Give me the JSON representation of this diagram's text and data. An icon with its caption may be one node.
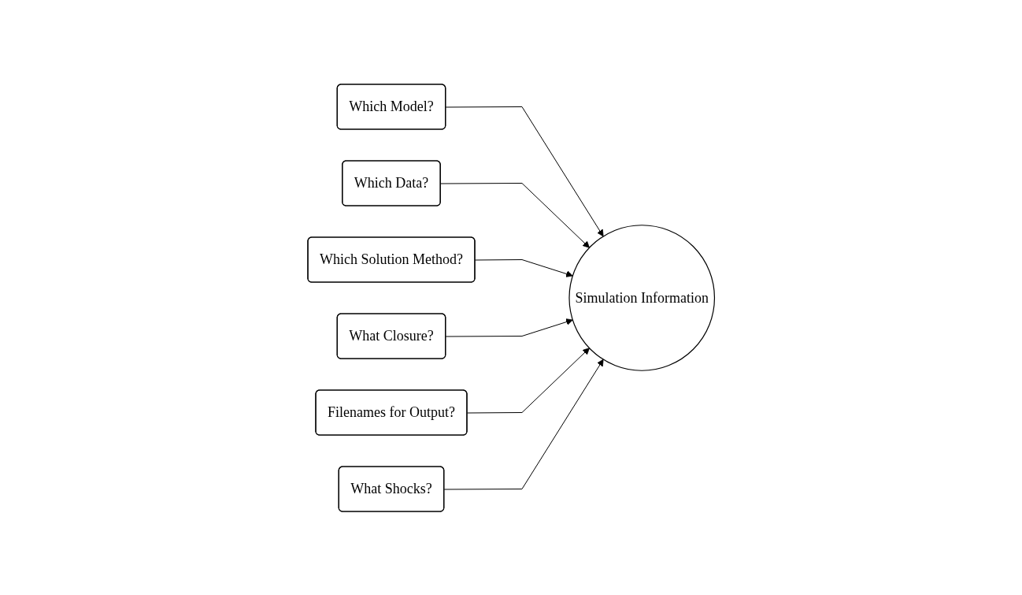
{
  "diagram": {
    "nodes": [
      {
        "text": [
          "Which Model?"
        ]
      },
      {
        "text": [
          "Which Data?"
        ]
      },
      {
        "text": [
          "Which Solution Method?"
        ]
      },
      {
        "text": [
          "Simulation Information"
        ]
      },
      {
        "text": [
          "What Closure?"
        ]
      },
      {
        "text": [
          "Filenames for Output?"
        ]
      },
      {
        "text": [
          "What Shocks?"
        ]
      }
    ],
    "edges": [
      {
        "from": 0,
        "to": 3,
        "arrow": "to"
      },
      {
        "from": 1,
        "to": 3,
        "arrow": "to"
      },
      {
        "from": 2,
        "to": 3,
        "arrow": "to"
      },
      {
        "from": 4,
        "to": 3,
        "arrow": "to"
      },
      {
        "from": 5,
        "to": 3,
        "arrow": "to"
      },
      {
        "from": 6,
        "to": 3,
        "arrow": "to"
      }
    ]
  }
}
